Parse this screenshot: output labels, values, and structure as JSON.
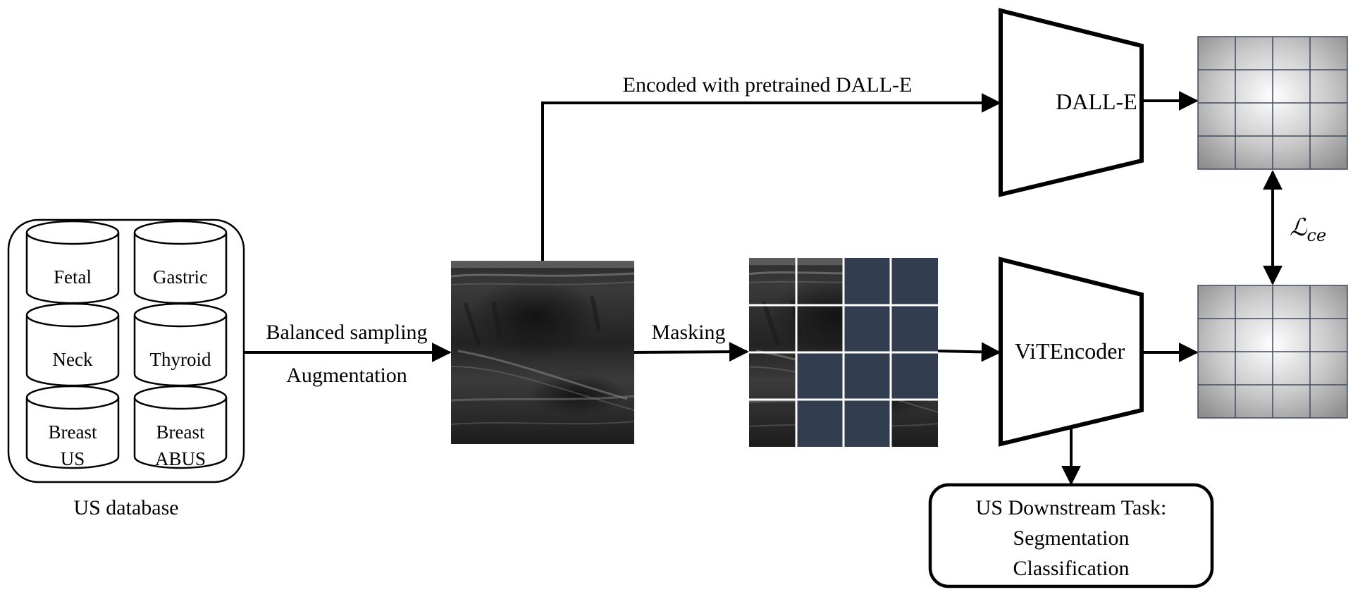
{
  "database": {
    "label": "US database",
    "items": [
      {
        "lines": [
          "Fetal"
        ]
      },
      {
        "lines": [
          "Gastric"
        ]
      },
      {
        "lines": [
          "Neck"
        ]
      },
      {
        "lines": [
          "Thyroid"
        ]
      },
      {
        "lines": [
          "Breast",
          "US"
        ]
      },
      {
        "lines": [
          "Breast",
          "ABUS"
        ]
      }
    ]
  },
  "edges": {
    "sampling_top": "Balanced sampling",
    "sampling_bottom": "Augmentation",
    "masking": "Masking",
    "encoded": "Encoded with pretrained DALL-E"
  },
  "grid": {
    "rows": 4,
    "cols": 4,
    "masked": [
      [
        false,
        false,
        true,
        true
      ],
      [
        false,
        false,
        true,
        true
      ],
      [
        false,
        true,
        true,
        true
      ],
      [
        false,
        true,
        true,
        false
      ]
    ],
    "mask_color": "#323d50"
  },
  "dalle": {
    "label": "DALL-E"
  },
  "vit": {
    "label": "ViTEncoder"
  },
  "loss": {
    "script": "ℒ",
    "subscript": "ce"
  },
  "downstream": {
    "lines": [
      "US Downstream Task:",
      "Segmentation",
      "Classification"
    ]
  },
  "colors": {
    "token_grid_line": "#3d4a60",
    "mask": "#323d50"
  }
}
